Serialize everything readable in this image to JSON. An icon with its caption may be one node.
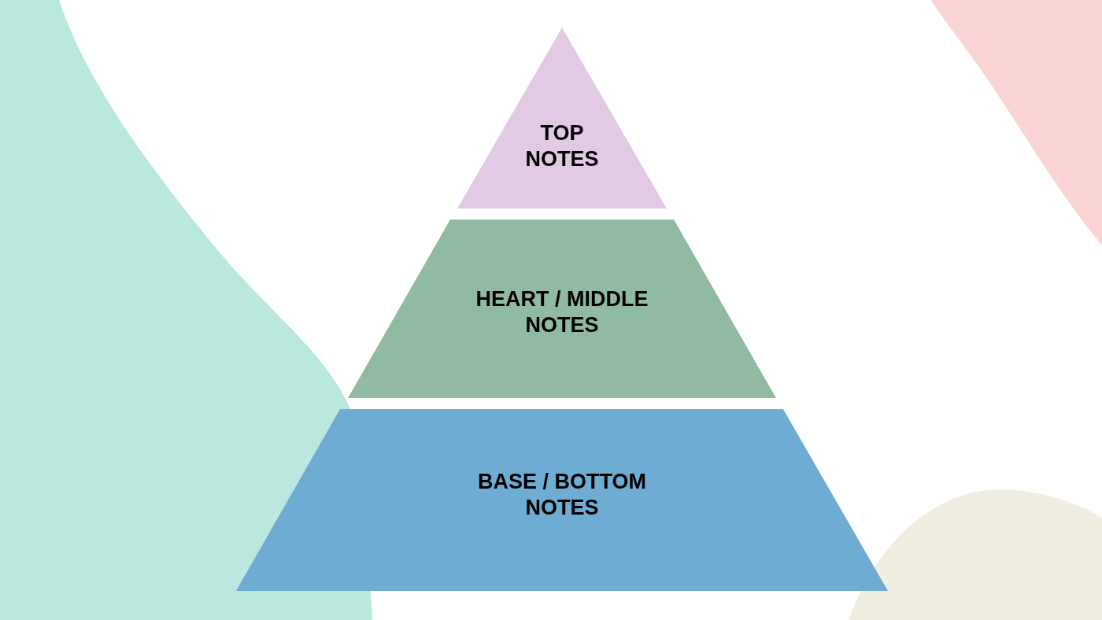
{
  "diagram": {
    "nodes": [
      {
        "text": [
          "TOP NOTES"
        ]
      },
      {
        "text": [
          "HEART / MIDDLE NOTES"
        ]
      },
      {
        "text": [
          "BASE / BOTTOM NOTES"
        ]
      }
    ]
  }
}
